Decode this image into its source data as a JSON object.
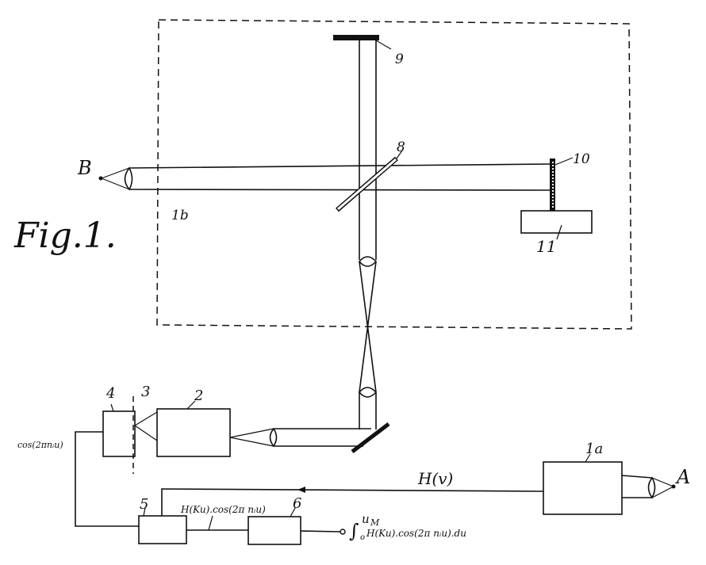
{
  "figure": {
    "title": "Fig.1.",
    "point_a": "A",
    "point_b": "B",
    "labels": {
      "l1a": "1a",
      "l1b": "1b",
      "l2": "2",
      "l3": "3",
      "l4": "4",
      "l5": "5",
      "l6": "6",
      "l8": "8",
      "l9": "9",
      "l10": "10",
      "l11": "11"
    },
    "signals": {
      "h_v": "H(v)",
      "cos": "cos(2πnᵢu)",
      "h_cos": "H(Ku).cos(2π nᵢu)",
      "integral_limit": "u",
      "integral_limit_sub": "M",
      "integral_sign": "∫",
      "integral_lower": "o",
      "integral_body": "H(Ku).cos(2π nᵢu).du"
    }
  }
}
